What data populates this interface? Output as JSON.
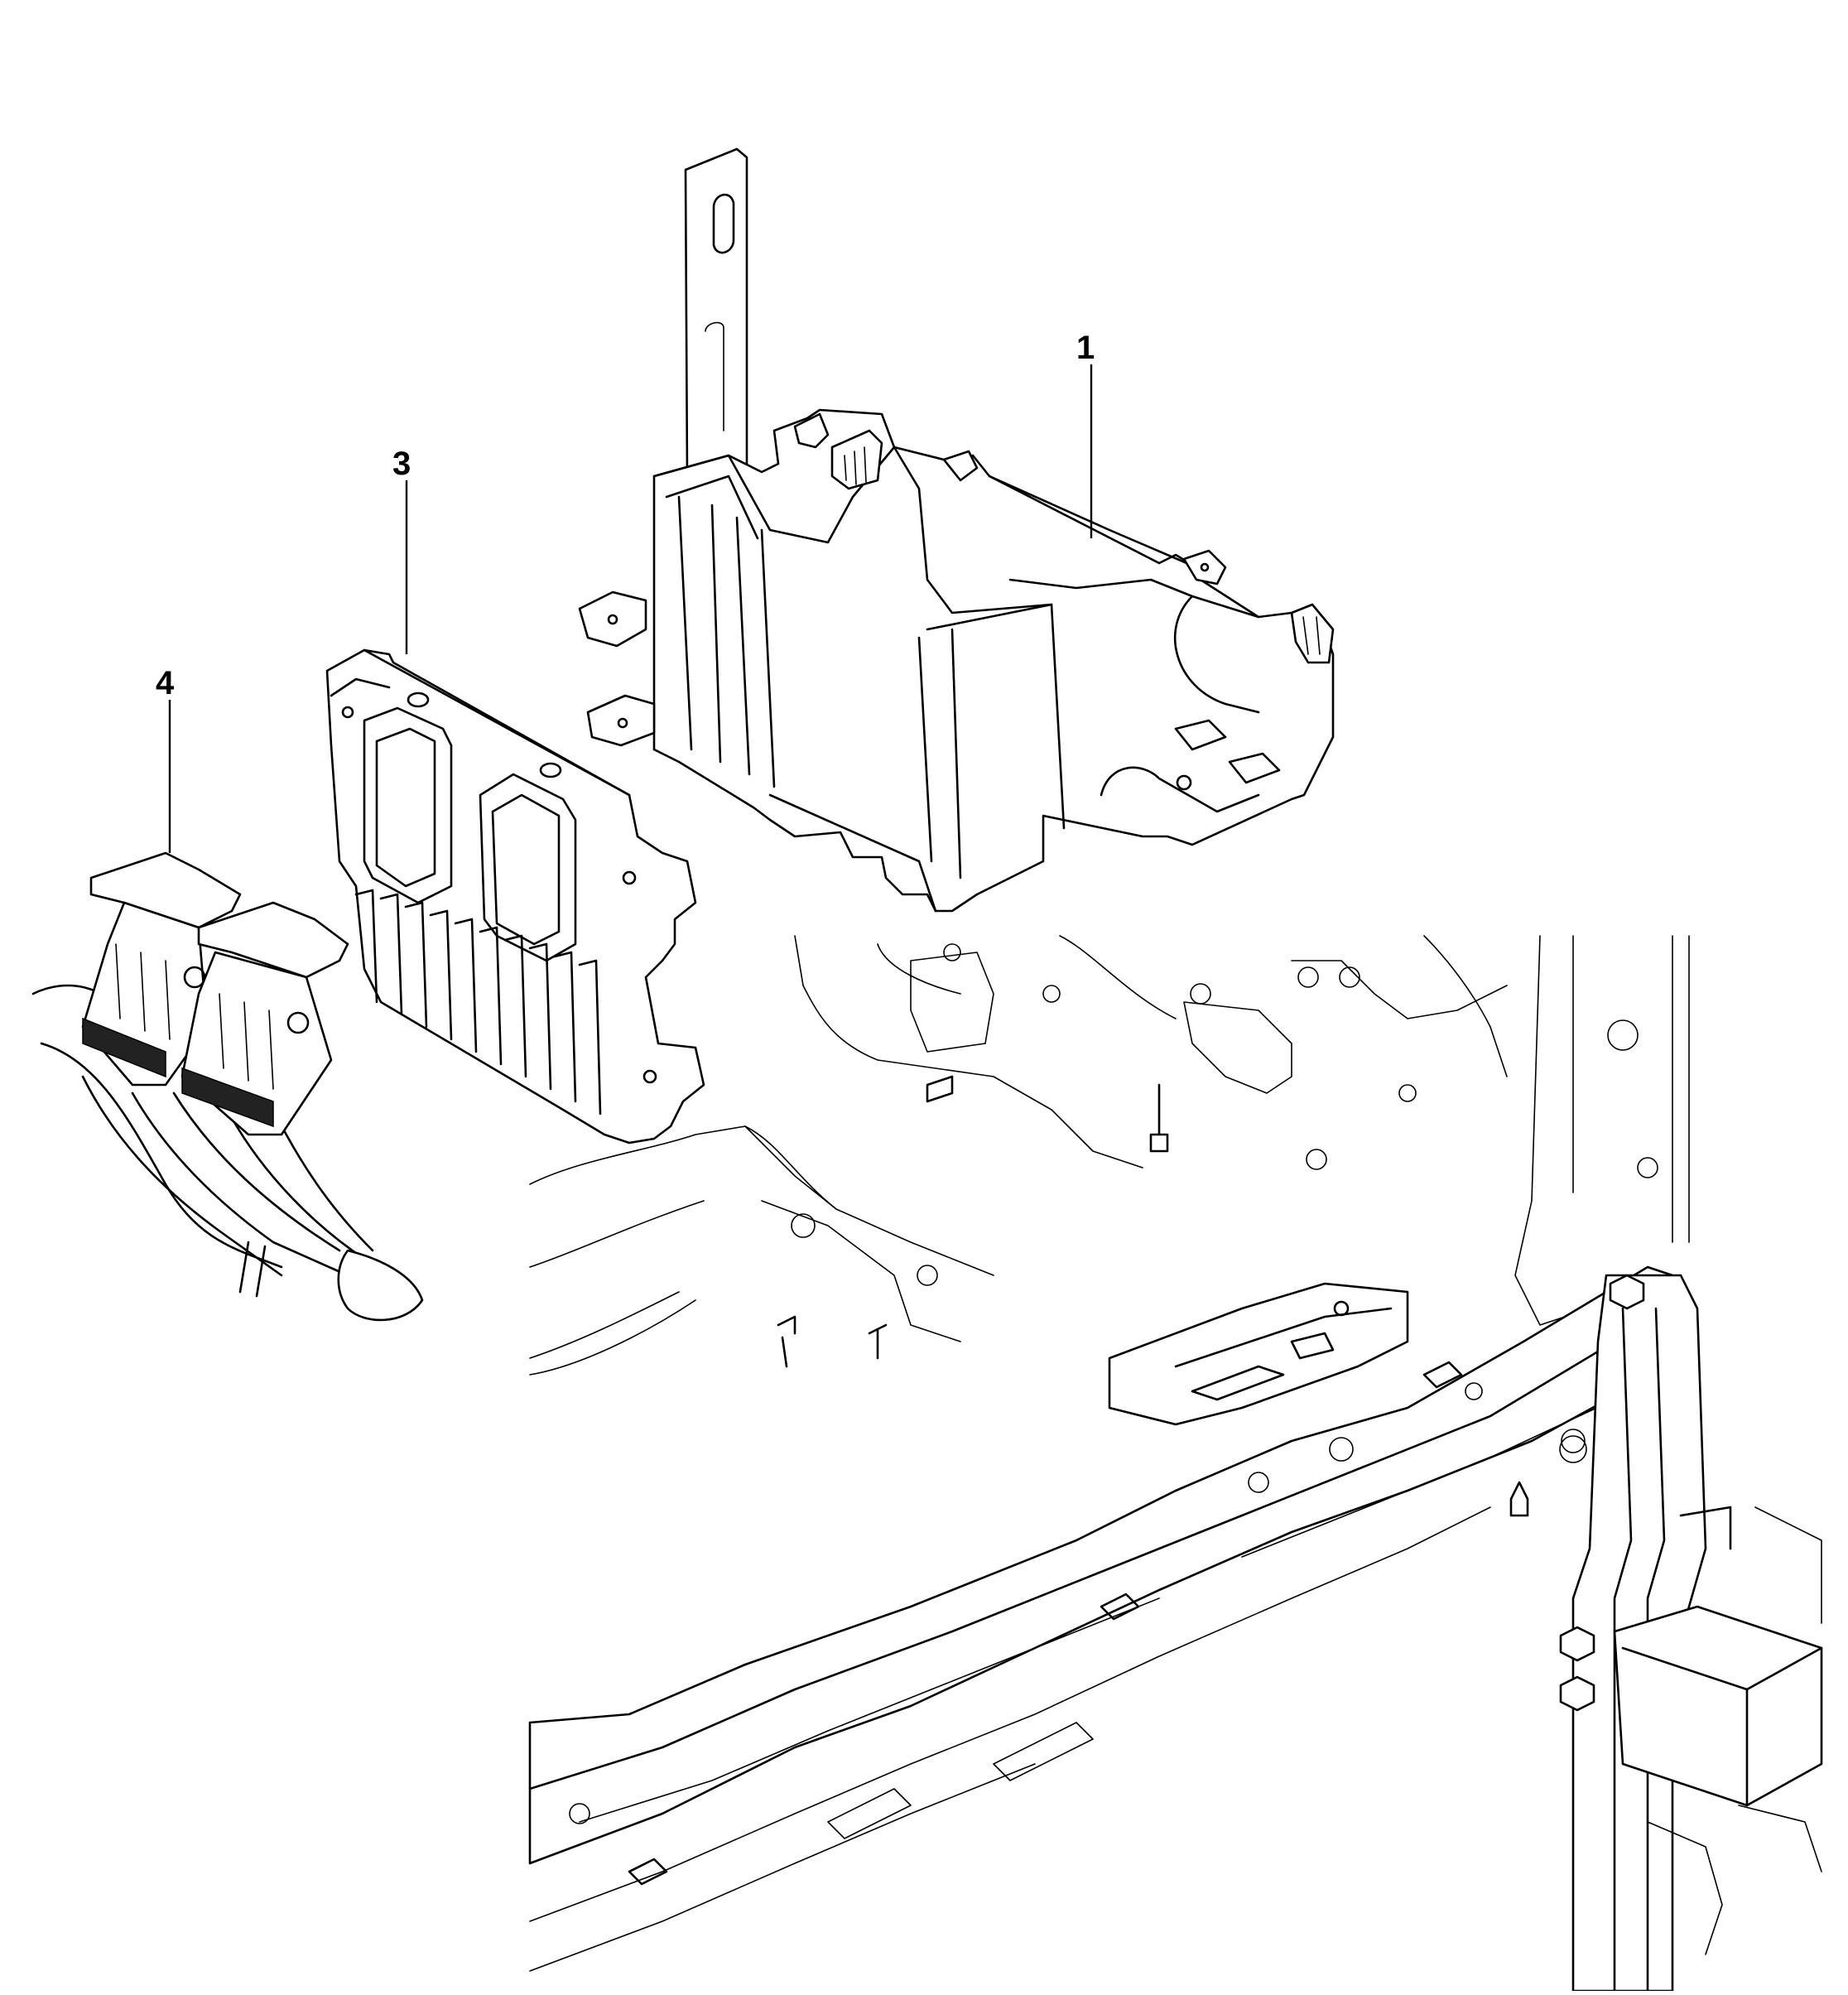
{
  "diagram": {
    "callouts": [
      {
        "id": "1"
      },
      {
        "id": "3"
      },
      {
        "id": "4"
      }
    ],
    "parts": [
      {
        "callout": "1",
        "icon": "battery-tray-icon"
      },
      {
        "callout": "3",
        "icon": "engine-control-module-icon"
      },
      {
        "callout": "4",
        "icon": "wiring-harness-connector-icon"
      }
    ],
    "background_icon": "front-frame-structure-icon"
  }
}
